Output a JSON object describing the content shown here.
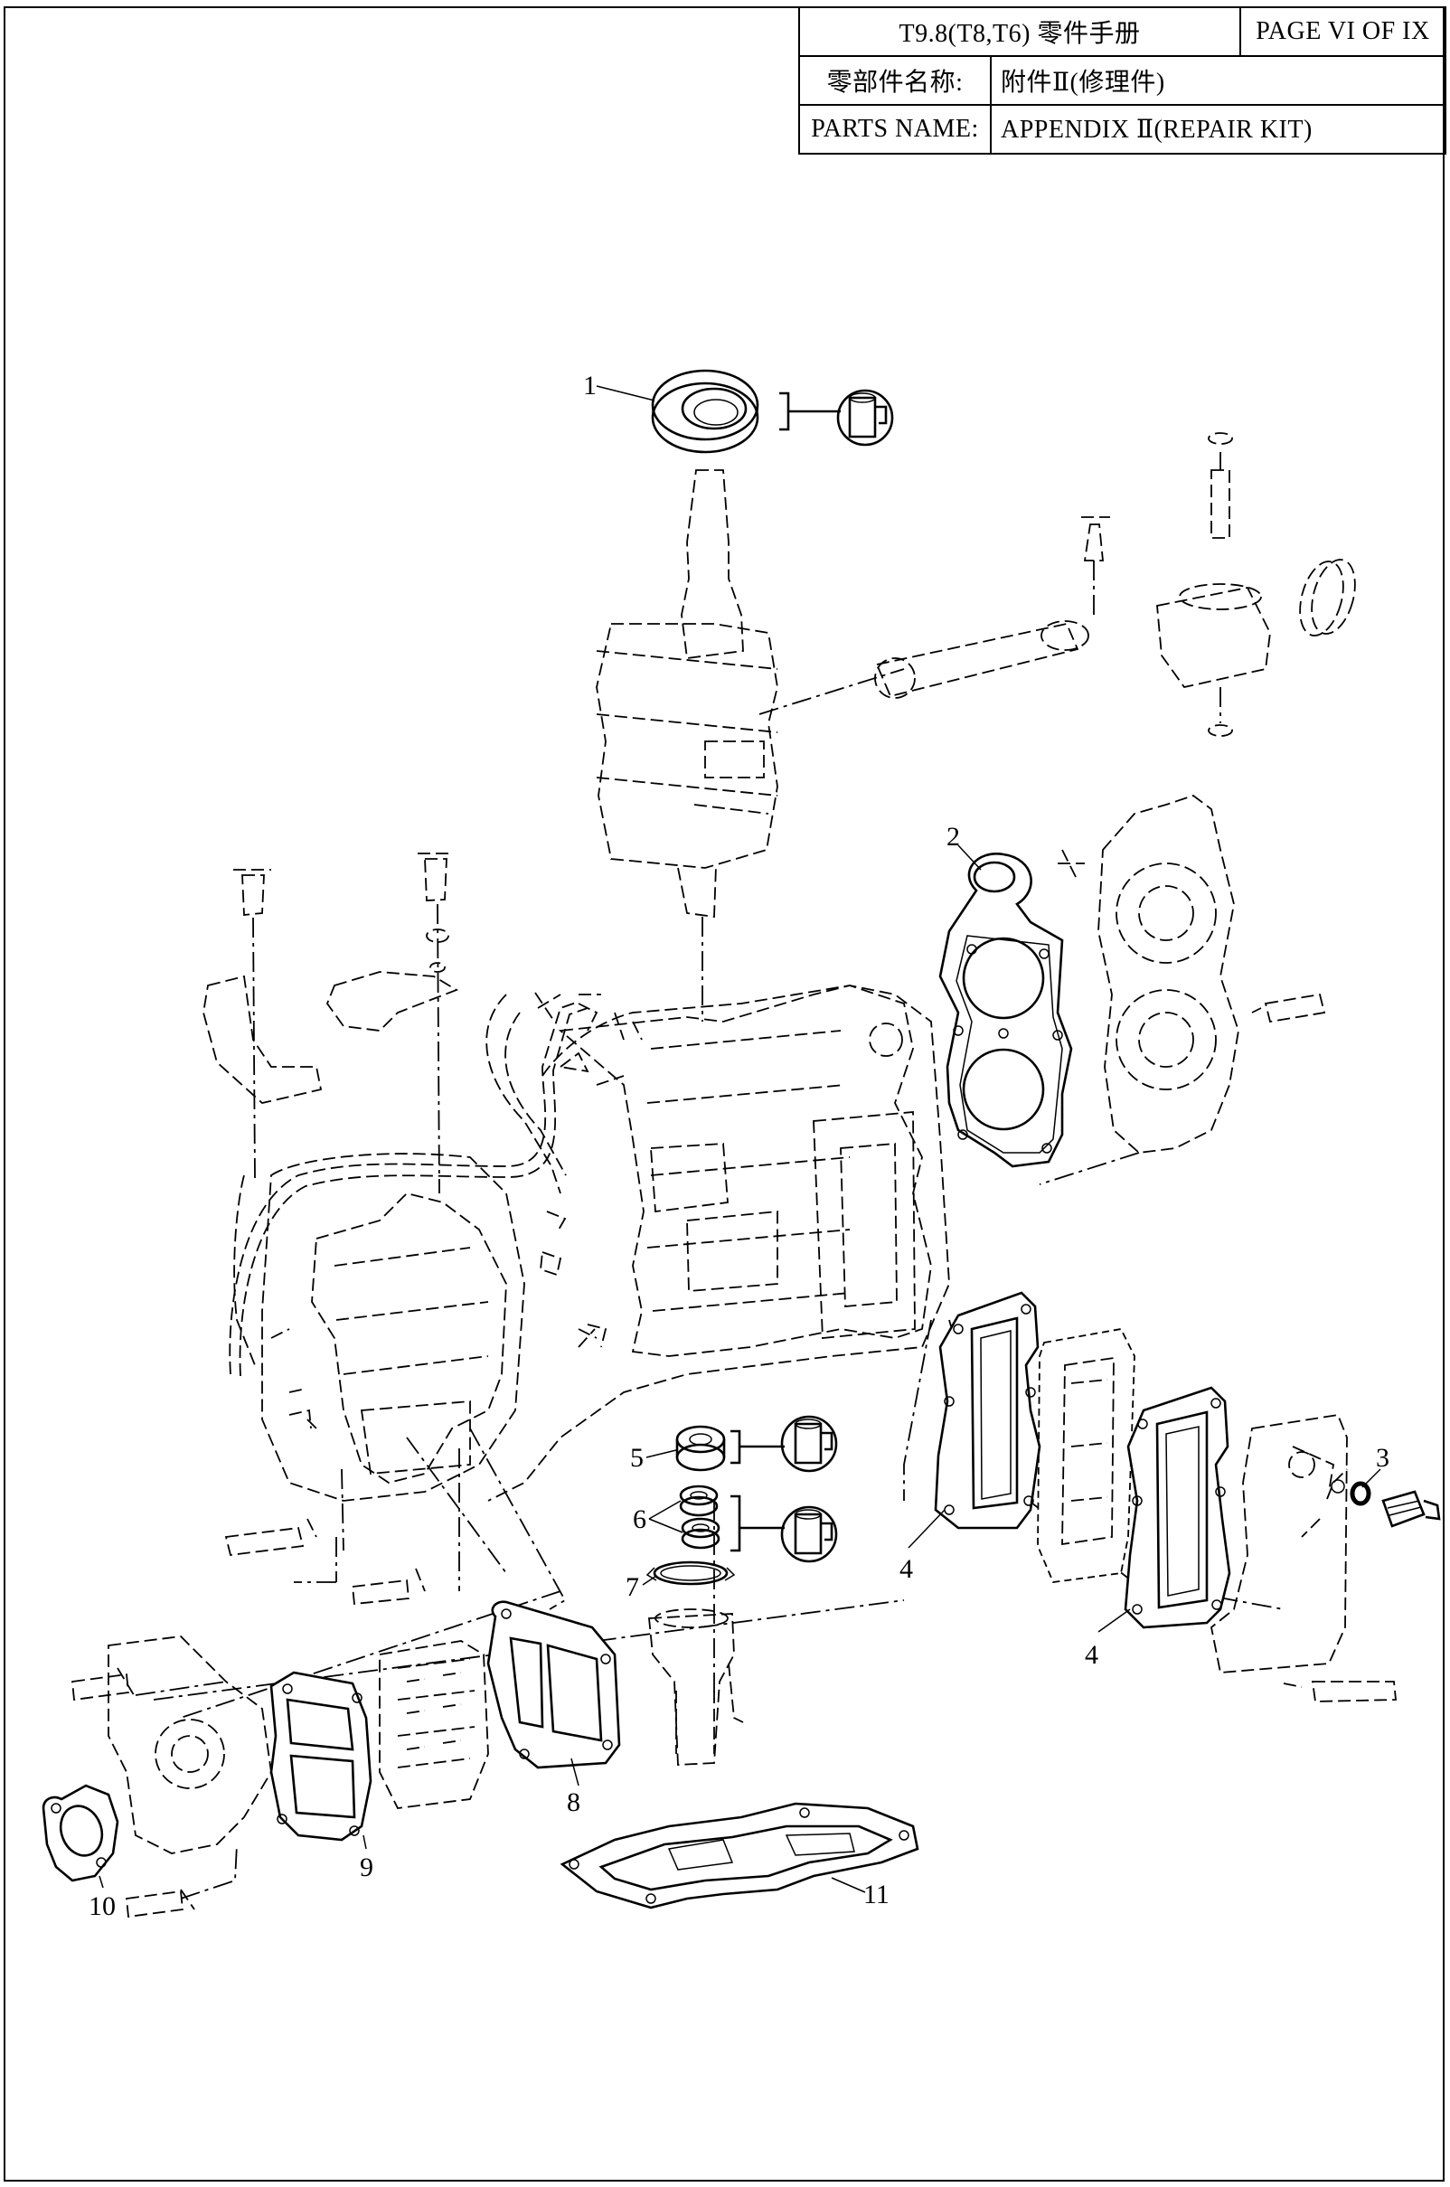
{
  "title_block": {
    "title": "T9.8(T8,T6) 零件手册",
    "page": "PAGE VI OF IX",
    "label_cn": "零部件名称:",
    "value_cn": "附件Ⅱ(修理件)",
    "label_en": "PARTS NAME:",
    "value_en": "APPENDIX Ⅱ(REPAIR KIT)"
  },
  "callouts": [
    {
      "id": "1",
      "part": "oil-seal"
    },
    {
      "id": "2",
      "part": "cylinder-head-gasket"
    },
    {
      "id": "3",
      "part": "o-ring"
    },
    {
      "id": "4",
      "part": "exhaust-cover-gasket"
    },
    {
      "id": "4",
      "part": "exhaust-cover-gasket"
    },
    {
      "id": "5",
      "part": "oil-seal"
    },
    {
      "id": "6",
      "part": "oil-seals"
    },
    {
      "id": "7",
      "part": "o-ring"
    },
    {
      "id": "8",
      "part": "intake-gasket"
    },
    {
      "id": "9",
      "part": "reed-valve-gasket"
    },
    {
      "id": "10",
      "part": "carburetor-gasket"
    },
    {
      "id": "11",
      "part": "upper-casing-gasket"
    }
  ],
  "icons": [
    "grease-tube-icon",
    "grease-tube-icon",
    "grease-tube-icon"
  ]
}
